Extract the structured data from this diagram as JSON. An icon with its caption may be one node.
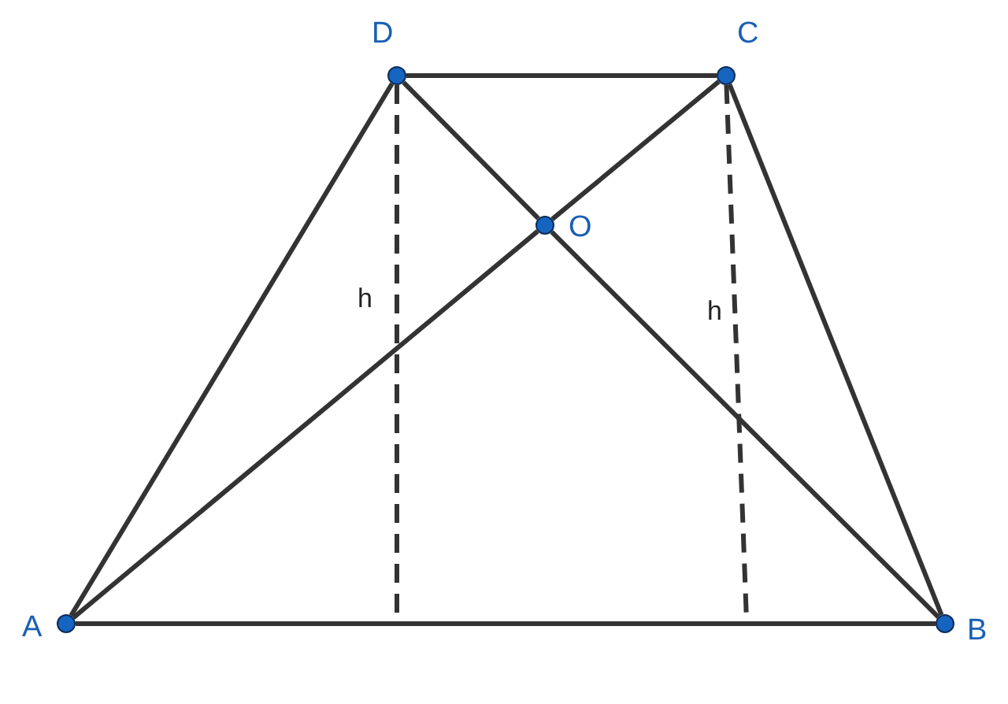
{
  "diagram": {
    "nodes": [
      {
        "text": [],
        "shape": "circle",
        "beside": [
          "D"
        ]
      },
      {
        "text": [],
        "shape": "circle",
        "beside": [
          "C"
        ]
      },
      {
        "text": [],
        "shape": "circle",
        "beside": [
          "O"
        ]
      },
      {
        "text": [],
        "shape": "circle",
        "beside": [
          "A"
        ]
      },
      {
        "text": [],
        "shape": "circle",
        "beside": [
          "B"
        ]
      }
    ],
    "edges": [
      {
        "from": 0,
        "to": 1,
        "arrow": "none"
      },
      {
        "from": 0,
        "to": 3,
        "arrow": "none"
      },
      {
        "from": 1,
        "to": 4,
        "arrow": "none"
      },
      {
        "from": 3,
        "to": 4,
        "arrow": "none"
      },
      {
        "from": 3,
        "to": 2,
        "arrow": "none"
      },
      {
        "from": 2,
        "to": 1,
        "arrow": "none"
      },
      {
        "from": 0,
        "to": 2,
        "arrow": "none"
      },
      {
        "from": 2,
        "to": 4,
        "arrow": "none"
      },
      {
        "from": 0,
        "to": null,
        "arrow": "none",
        "style": "dashed"
      },
      {
        "from": 1,
        "to": null,
        "arrow": "none",
        "style": "dashed"
      }
    ],
    "labels": [
      "h",
      "h"
    ]
  }
}
